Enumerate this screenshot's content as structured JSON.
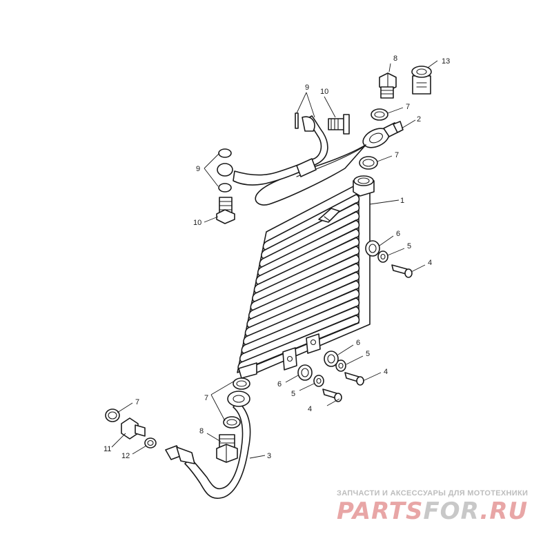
{
  "diagram": {
    "callouts": [
      {
        "id": "c1",
        "label": "1"
      },
      {
        "id": "c2",
        "label": "2"
      },
      {
        "id": "c3",
        "label": "3"
      },
      {
        "id": "c4a",
        "label": "4"
      },
      {
        "id": "c4b",
        "label": "4"
      },
      {
        "id": "c4c",
        "label": "4"
      },
      {
        "id": "c5a",
        "label": "5"
      },
      {
        "id": "c5b",
        "label": "5"
      },
      {
        "id": "c5c",
        "label": "5"
      },
      {
        "id": "c6a",
        "label": "6"
      },
      {
        "id": "c6b",
        "label": "6"
      },
      {
        "id": "c6c",
        "label": "6"
      },
      {
        "id": "c7a",
        "label": "7"
      },
      {
        "id": "c7b",
        "label": "7"
      },
      {
        "id": "c7c",
        "label": "7"
      },
      {
        "id": "c7d",
        "label": "7"
      },
      {
        "id": "c8a",
        "label": "8"
      },
      {
        "id": "c8b",
        "label": "8"
      },
      {
        "id": "c9a",
        "label": "9"
      },
      {
        "id": "c9b",
        "label": "9"
      },
      {
        "id": "c10a",
        "label": "10"
      },
      {
        "id": "c10b",
        "label": "10"
      },
      {
        "id": "c11",
        "label": "11"
      },
      {
        "id": "c12",
        "label": "12"
      },
      {
        "id": "c13",
        "label": "13"
      }
    ]
  },
  "watermark": {
    "tagline": "ЗАПЧАСТИ И АКСЕССУАРЫ ДЛЯ МОТОТЕХНИКИ",
    "logo_part1": "PARTS",
    "logo_part2": "FOR",
    "logo_part3": ".RU",
    "color_primary": "#e8a6a6",
    "color_secondary": "#c8c8c8"
  }
}
